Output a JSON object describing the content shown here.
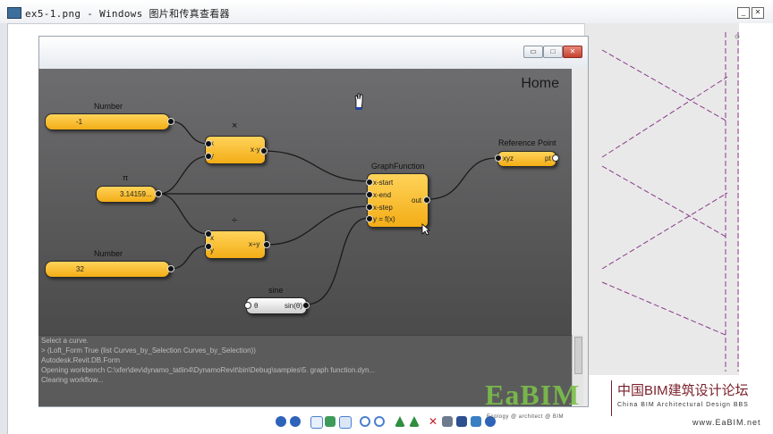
{
  "window": {
    "title": "ex5-1.png - Windows 图片和传真查看器"
  },
  "canvas": {
    "heading": "Home"
  },
  "nodes": {
    "number1": {
      "title": "Number",
      "value": "-1"
    },
    "pi": {
      "title": "π",
      "value": "3.14159..."
    },
    "number2": {
      "title": "Number",
      "value": "32"
    },
    "multiply": {
      "title": "×",
      "in1": "x",
      "in2": "y",
      "out": "x·y"
    },
    "divide": {
      "title": "÷",
      "in1": "x",
      "in2": "y",
      "out": "x÷y"
    },
    "graph": {
      "title": "GraphFunction",
      "in1": "x-start",
      "in2": "x-end",
      "in3": "x-step",
      "in4": "y = f(x)",
      "out": "out"
    },
    "refpoint": {
      "title": "Reference Point",
      "in1": "xyz",
      "out": "pt"
    },
    "sine": {
      "title": "sine",
      "in1": "θ",
      "out": "sin(θ)"
    }
  },
  "console": {
    "lines": [
      "Select a curve.",
      "> (Loft_Form True (list Curves_by_Selection Curves_by_Selection))",
      "Autodesk.Revit.DB.Form",
      "Opening workbench C:\\xfer\\dev\\dynamo_tatlin4\\DynamoRevit\\bin\\Debug\\samples\\5. graph function.dyn...",
      "Clearing workflow..."
    ]
  },
  "watermark": {
    "logo": "EaBIM",
    "sub": "Ecology @ architect @ BIM",
    "cn": "中国BIM建筑设计论坛",
    "en": "China BIM Architectural Design BBS",
    "url": "www.EaBIM.net"
  },
  "colors": {
    "node_fill": "#f5b51e",
    "canvas": "#5e5e60",
    "wire": "#1a1a1a",
    "dashed_line": "#8a3a8a"
  },
  "icons": [
    "prev-icon",
    "next-icon",
    "best-fit-icon",
    "actual-size-icon",
    "slideshow-icon",
    "zoom-in-icon",
    "zoom-out-icon",
    "rotate-clockwise-icon",
    "rotate-counterclockwise-icon",
    "delete-icon",
    "print-icon",
    "save-icon",
    "edit-icon",
    "help-icon"
  ]
}
